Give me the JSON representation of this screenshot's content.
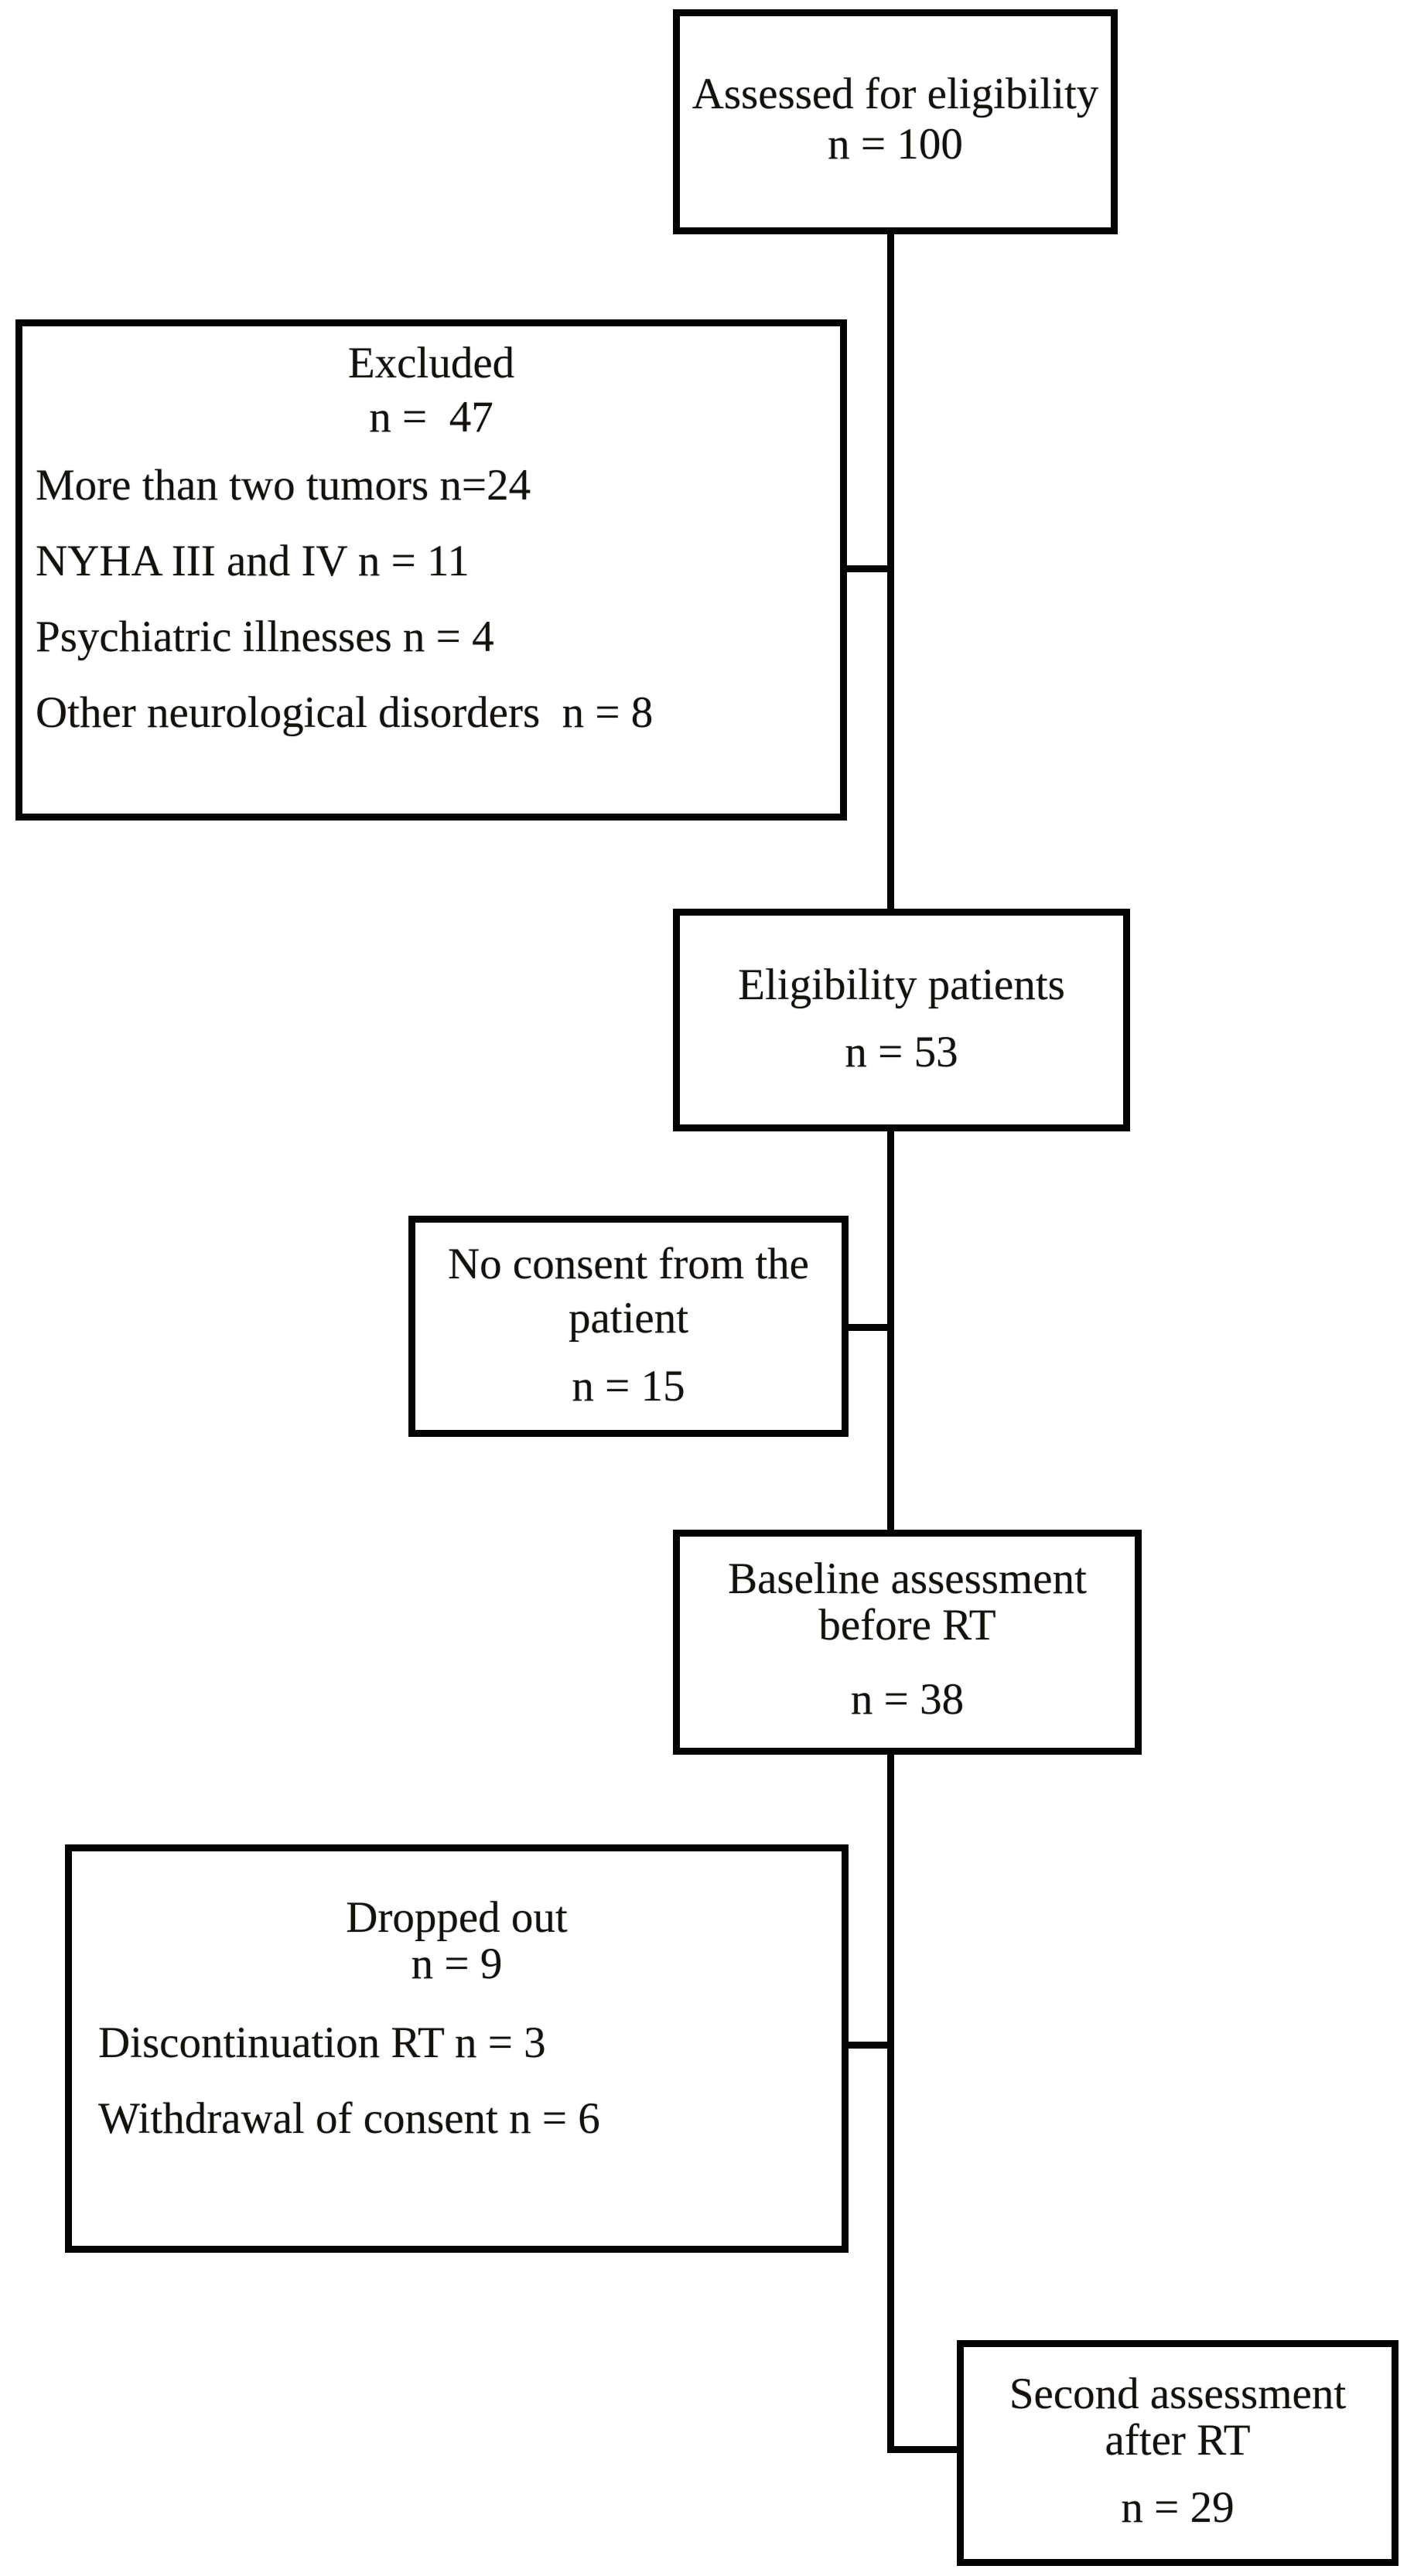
{
  "diagram": {
    "boxes": {
      "assessed": {
        "lines": [
          "Assessed for eligibility",
          "n = 100"
        ]
      },
      "excluded": {
        "lines": [
          "Excluded",
          "n =  47"
        ],
        "items": [
          "More than two tumors n=24",
          "NYHA III and IV n = 11",
          "Psychiatric illnesses n = 4",
          "Other neurological disorders  n = 8"
        ]
      },
      "eligibility": {
        "lines": [
          "Eligibility patients",
          "n = 53"
        ]
      },
      "no_consent": {
        "lines": [
          "No consent from the",
          "patient",
          "n = 15"
        ]
      },
      "baseline": {
        "lines": [
          "Baseline assessment",
          "before RT",
          "n = 38"
        ]
      },
      "dropped": {
        "lines": [
          "Dropped out",
          "n = 9"
        ],
        "items": [
          "Discontinuation RT n = 3",
          "Withdrawal of consent n = 6"
        ]
      },
      "second": {
        "lines": [
          "Second assessment",
          "after RT",
          "n = 29"
        ]
      }
    },
    "edges": [
      {
        "from": "assessed",
        "to": "eligibility"
      },
      {
        "from": "assessed",
        "to": "excluded"
      },
      {
        "from": "eligibility",
        "to": "baseline"
      },
      {
        "from": "eligibility",
        "to": "no_consent"
      },
      {
        "from": "baseline",
        "to": "second"
      },
      {
        "from": "baseline",
        "to": "dropped"
      }
    ],
    "colors": {
      "line": "#040404",
      "text": "#14100a",
      "background": "#ffffff"
    }
  }
}
